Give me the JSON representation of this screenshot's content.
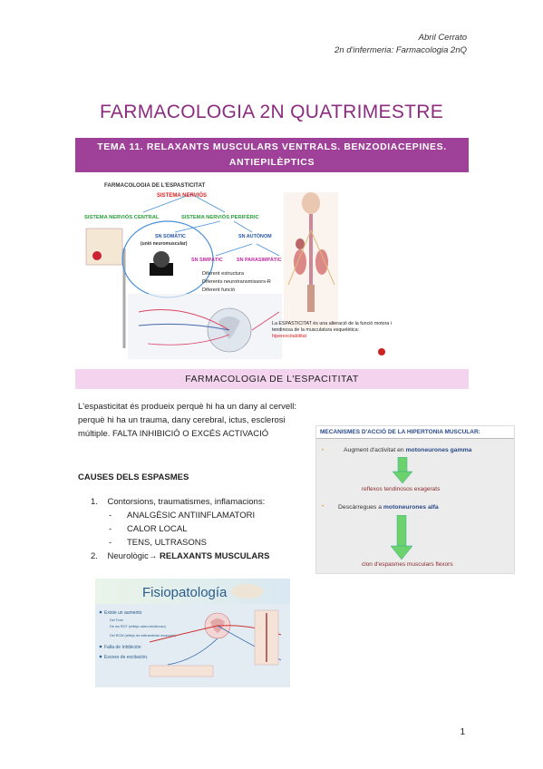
{
  "header": {
    "author": "Abril Cerrato",
    "course": "2n d'infermeria: Farmacologia 2nQ"
  },
  "title": "FARMACOLOGIA 2N QUATRIMESTRE",
  "topic_banner": {
    "line1": "TEMA 11. RELAXANTS MUSCULARS VENTRALS. BENZODIACEPINES.",
    "line2": "ANTIEPILÈPTICS"
  },
  "figure1": {
    "title": "FARMACOLOGIA DE L'ESPASTICITAT",
    "sistema_nervios": "SISTEMA NERVIÓS",
    "snc": "SISTEMA NERVIÓS CENTRAL",
    "snp": "SISTEMA NERVIÓS PERIFÈRIC",
    "somatic": "SN SOMÀTIC",
    "somatic_sub": "(unió neuromuscular)",
    "autonom": "SN AUTÒNOM",
    "simpatic": "SN SIMPÀTIC",
    "parasimpatic": "SN PARASIMPÀTIC",
    "diff1": "Diferent estructura",
    "diff2": "Diferents neurotransmissors-R",
    "diff3": "Diferent funció",
    "caption": "La ESPASTICITAT és una alteració de la funció motora i tendinosa de la musculatura esquelètica:",
    "caption_highlight": "hiperexcitabilitat"
  },
  "section_banner": "FARMACOLOGIA DE L'ESPACITITAT",
  "paragraph": {
    "text": "L'espasticitat és produeix perquè hi ha un dany al cervell: perquè hi ha un trauma, dany cerebral, ictus, esclerosi múltiple. FALTA INHIBICIÓ O EXCÉS ACTIVACIÓ"
  },
  "figure2": {
    "title": "MECANISMES D'ACCIÓ DE LA HIPERTONIA MUSCULAR:",
    "bullet1_pre": "Augment d'activitat en ",
    "bullet1_bold": "motoneurones gamma",
    "result1": "reflexos tendinosos exagerats",
    "bullet2_pre": "Descàrregues a ",
    "bullet2_bold": "motoneurones alfa",
    "result2": "clon d'espasmes musculars flexors"
  },
  "causes": {
    "heading": "CAUSES DELS ESPASMES",
    "item1": "Contorsions, traumatismes, inflamacions:",
    "item1_num": "1.",
    "subitems": [
      "ANALGÈSIC ANTIINFLAMATORI",
      "CALOR LOCAL",
      "TENS, ULTRASONS"
    ],
    "item2_num": "2.",
    "item2_pre": "Neurològic",
    "item2_arrow": "→",
    "item2_bold": " RELAXANTS MUSCULARS"
  },
  "figure3": {
    "title": "Fisiopatología",
    "b1": "Existe un aumento",
    "b1a": "Del Tono",
    "b1b": "De los ROT (reflejo osteo-tendinoso)",
    "b1c": "Del RCM (reflejo de estiramiento muscular)",
    "b2": "Falta de Inhibición",
    "b3": "Exceso de excitación."
  },
  "page_number": "1"
}
